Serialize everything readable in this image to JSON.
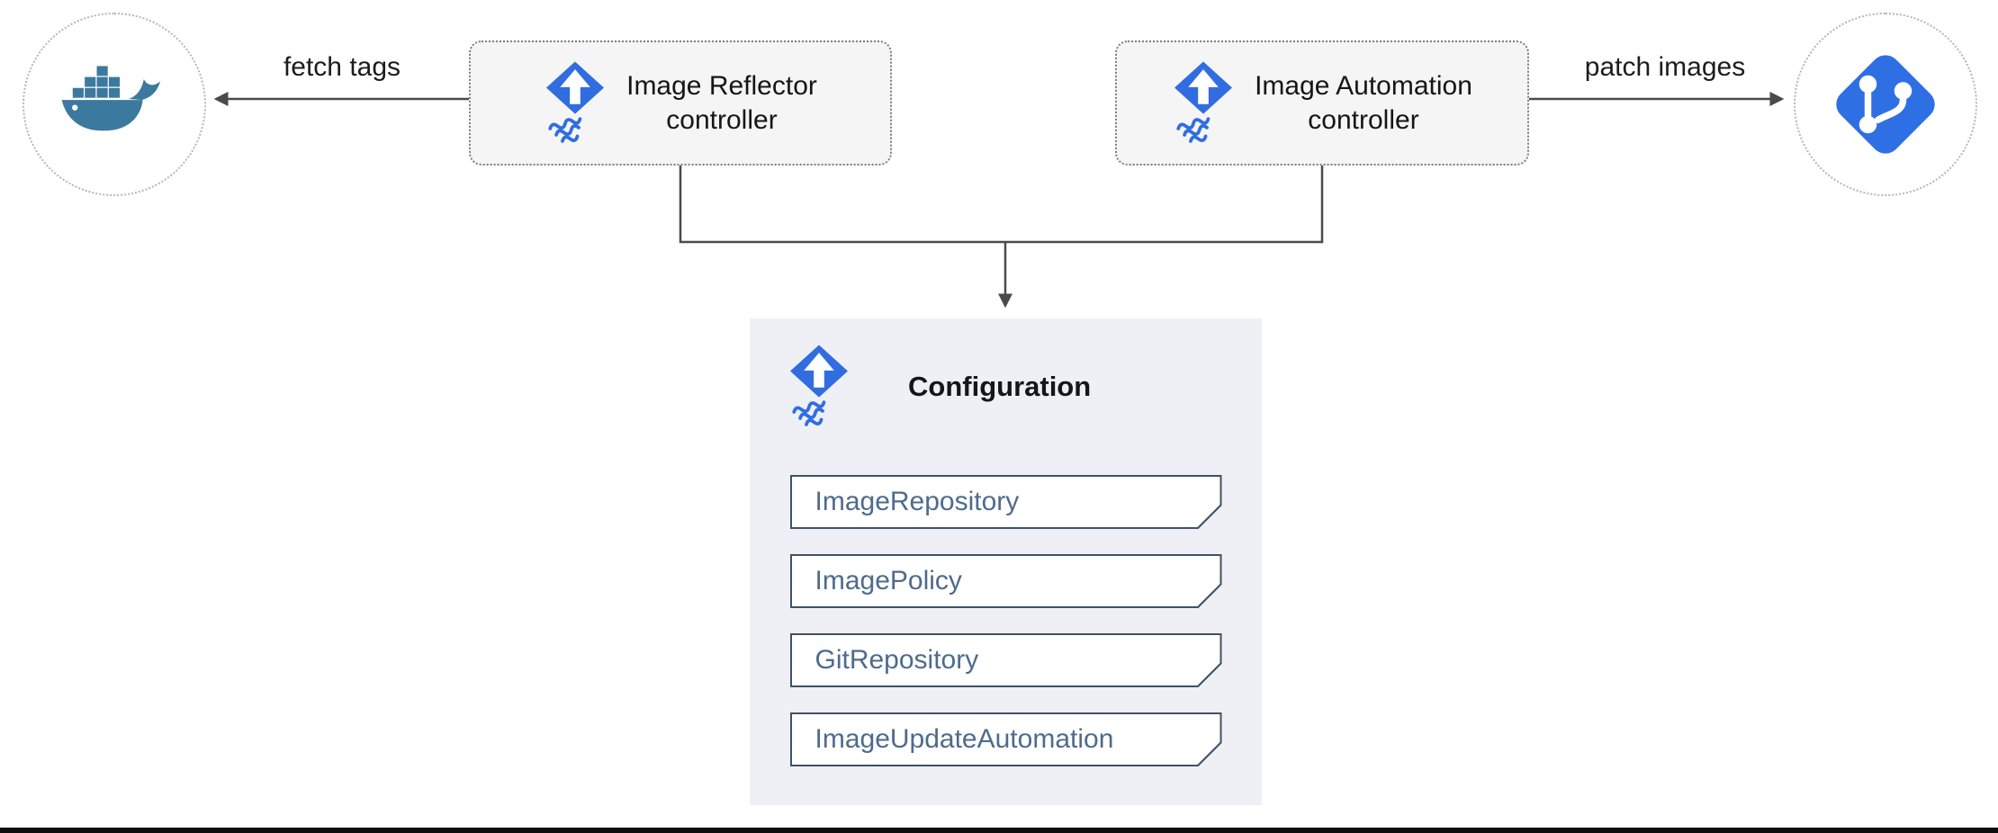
{
  "nodes": {
    "docker_registry": {
      "icon": "docker-whale-icon"
    },
    "image_reflector_controller": {
      "icon": "flux-icon",
      "label_line1": "Image Reflector",
      "label_line2": "controller"
    },
    "image_automation_controller": {
      "icon": "flux-icon",
      "label_line1": "Image Automation",
      "label_line2": "controller"
    },
    "git_repository": {
      "icon": "git-icon"
    },
    "configuration": {
      "icon": "flux-icon",
      "title": "Configuration",
      "items": [
        "ImageRepository",
        "ImagePolicy",
        "GitRepository",
        "ImageUpdateAutomation"
      ]
    }
  },
  "edges": {
    "fetch_tags": {
      "label": "fetch tags"
    },
    "patch_images": {
      "label": "patch images"
    }
  },
  "colors": {
    "flux_blue": "#316de1",
    "docker_teal": "#3b7a9e",
    "git_blue": "#2f6fe4",
    "controller_fill": "#f5f5f5",
    "config_fill": "#eef0f5",
    "card_border": "#3d5269",
    "card_text": "#4e6b8c",
    "wire": "#4a4a4a"
  }
}
